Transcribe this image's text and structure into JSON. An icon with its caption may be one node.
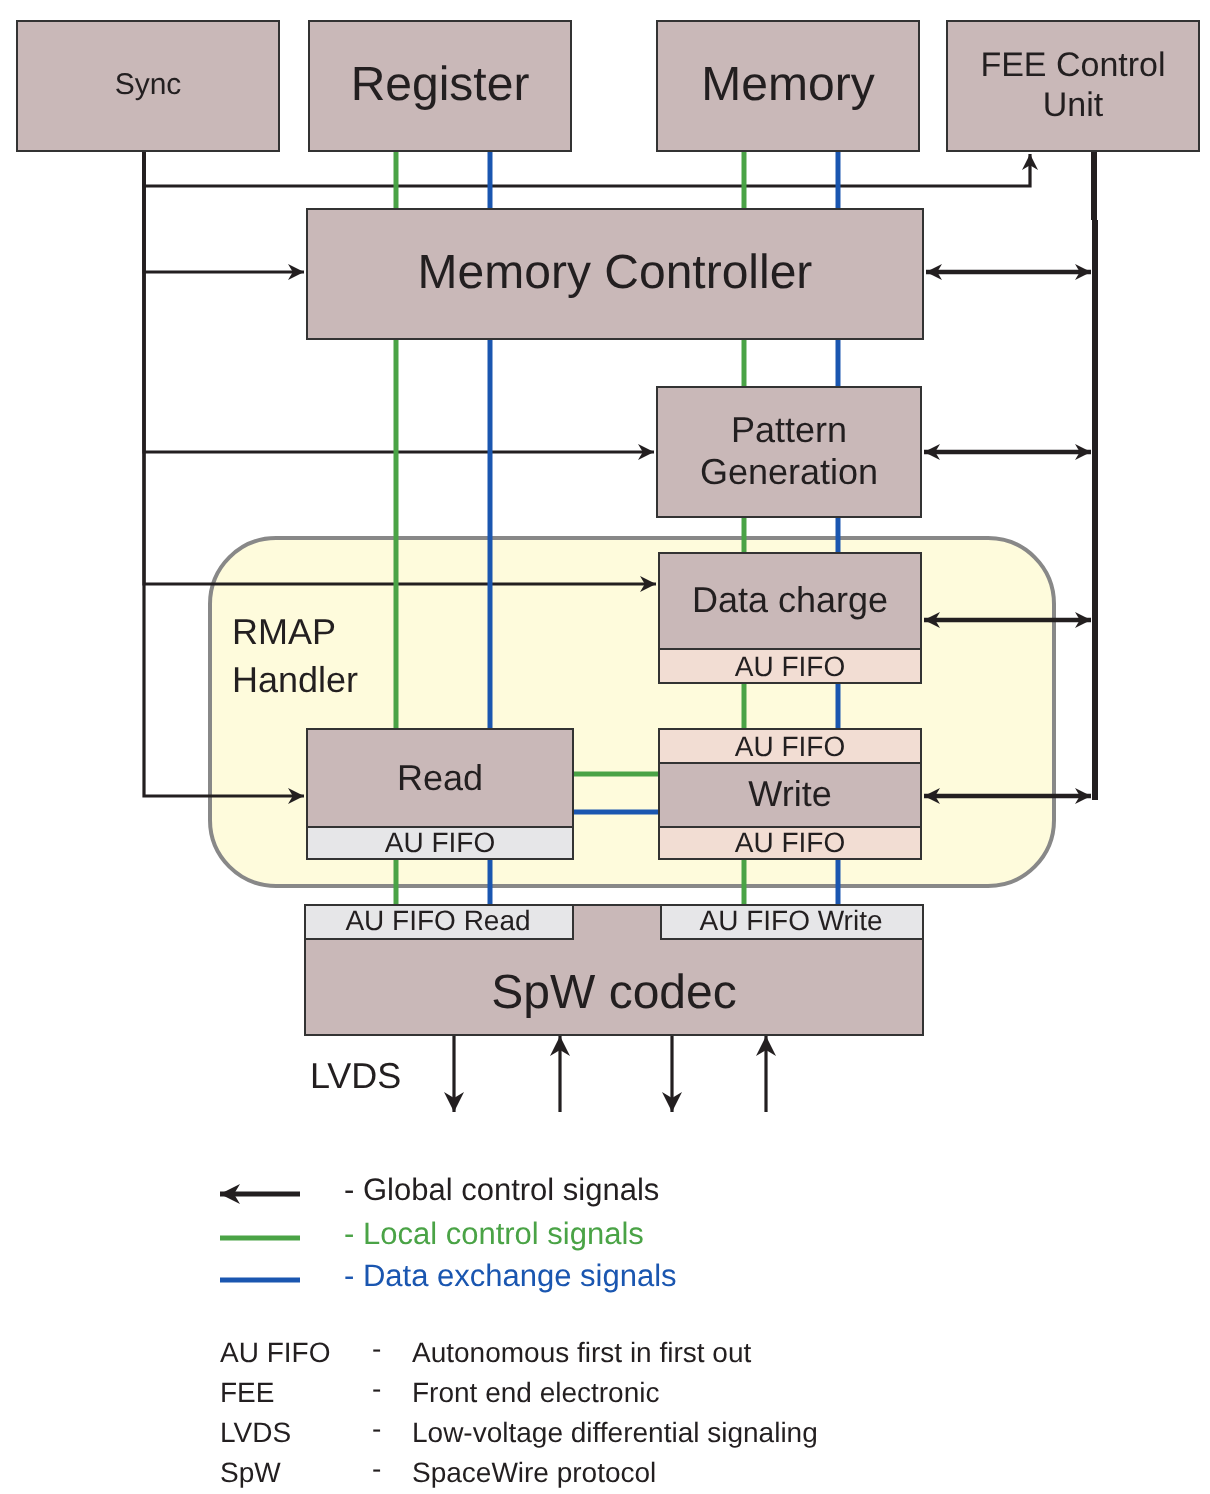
{
  "diagram": {
    "nodes": [
      {
        "text": [
          "Sync"
        ]
      },
      {
        "text": [
          "Register"
        ]
      },
      {
        "text": [
          "Memory"
        ]
      },
      {
        "text": [
          "FEE Control Unit"
        ]
      },
      {
        "text": [
          "Memory Controller"
        ]
      },
      {
        "text": [
          "Pattern Generation"
        ]
      },
      {
        "text": [
          "RMAP Handler"
        ]
      },
      {
        "text": [
          "Data charge"
        ],
        "in": 6
      },
      {
        "text": [
          "AU FIFO"
        ],
        "in": 6
      },
      {
        "text": [
          "Read"
        ],
        "in": 6
      },
      {
        "text": [
          "AU FIFO"
        ],
        "in": 6
      },
      {
        "text": [
          "AU FIFO"
        ],
        "in": 6
      },
      {
        "text": [
          "Write"
        ],
        "in": 6
      },
      {
        "text": [
          "AU FIFO"
        ],
        "in": 6
      },
      {
        "text": [
          "SpW codec"
        ]
      },
      {
        "text": [
          "AU FIFO Read"
        ],
        "in": 14
      },
      {
        "text": [
          "AU FIFO Write"
        ],
        "in": 14
      },
      {
        "text": [],
        "shape": "bar"
      }
    ],
    "edges": [
      {
        "from": 0,
        "to": 3,
        "arrow": "to"
      },
      {
        "from": 0,
        "to": 4,
        "arrow": "to"
      },
      {
        "from": 0,
        "to": 5,
        "arrow": "to"
      },
      {
        "from": 0,
        "to": 7,
        "arrow": "to"
      },
      {
        "from": 0,
        "to": 9,
        "arrow": "to"
      },
      {
        "from": 17,
        "to": 3,
        "arrow": "none"
      },
      {
        "from": 4,
        "to": 17,
        "arrow": "both"
      },
      {
        "from": 5,
        "to": 17,
        "arrow": "both"
      },
      {
        "from": 7,
        "to": 17,
        "arrow": "both"
      },
      {
        "from": 12,
        "to": 17,
        "arrow": "both"
      },
      {
        "from": 1,
        "to": 4,
        "arrow": "none",
        "color": "#4aa346"
      },
      {
        "from": 1,
        "to": 4,
        "arrow": "none",
        "color": "#1a56b0"
      },
      {
        "from": 2,
        "to": 4,
        "arrow": "none",
        "color": "#4aa346"
      },
      {
        "from": 2,
        "to": 4,
        "arrow": "none",
        "color": "#1a56b0"
      },
      {
        "from": 4,
        "to": 9,
        "arrow": "none",
        "color": "#4aa346"
      },
      {
        "from": 4,
        "to": 9,
        "arrow": "none",
        "color": "#1a56b0"
      },
      {
        "from": 4,
        "to": 5,
        "arrow": "none",
        "color": "#4aa346"
      },
      {
        "from": 4,
        "to": 5,
        "arrow": "none",
        "color": "#1a56b0"
      },
      {
        "from": 5,
        "to": 7,
        "arrow": "none",
        "color": "#4aa346"
      },
      {
        "from": 5,
        "to": 7,
        "arrow": "none",
        "color": "#1a56b0"
      },
      {
        "from": 8,
        "to": 11,
        "arrow": "none",
        "color": "#4aa346"
      },
      {
        "from": 8,
        "to": 11,
        "arrow": "none",
        "color": "#1a56b0"
      },
      {
        "from": 9,
        "to": 12,
        "arrow": "none",
        "color": "#4aa346"
      },
      {
        "from": 9,
        "to": 12,
        "arrow": "none",
        "color": "#1a56b0"
      },
      {
        "from": 10,
        "to": 15,
        "arrow": "none",
        "color": "#4aa346"
      },
      {
        "from": 10,
        "to": 15,
        "arrow": "none",
        "color": "#1a56b0"
      },
      {
        "from": 13,
        "to": 16,
        "arrow": "none",
        "color": "#4aa346"
      },
      {
        "from": 13,
        "to": 16,
        "arrow": "none",
        "color": "#1a56b0"
      },
      {
        "from": 14,
        "to": null,
        "arrow": "to"
      },
      {
        "from": null,
        "to": 14,
        "arrow": "to"
      },
      {
        "from": 14,
        "to": null,
        "arrow": "to"
      },
      {
        "from": null,
        "to": 14,
        "arrow": "to"
      }
    ],
    "labels": [
      "LVDS",
      "AU FIFO",
      "-",
      "Autonomous first in first out",
      "FEE",
      "-",
      "Front end electronic",
      "LVDS",
      "-",
      "Low-voltage differential signaling",
      "SpW",
      "-",
      "SpaceWire protocol"
    ],
    "legend": [
      {
        "text": "- Global control signals"
      },
      {
        "text": "- Local control signals",
        "color": "#4aa346"
      },
      {
        "text": "- Data exchange signals",
        "color": "#1a56b0"
      }
    ]
  }
}
